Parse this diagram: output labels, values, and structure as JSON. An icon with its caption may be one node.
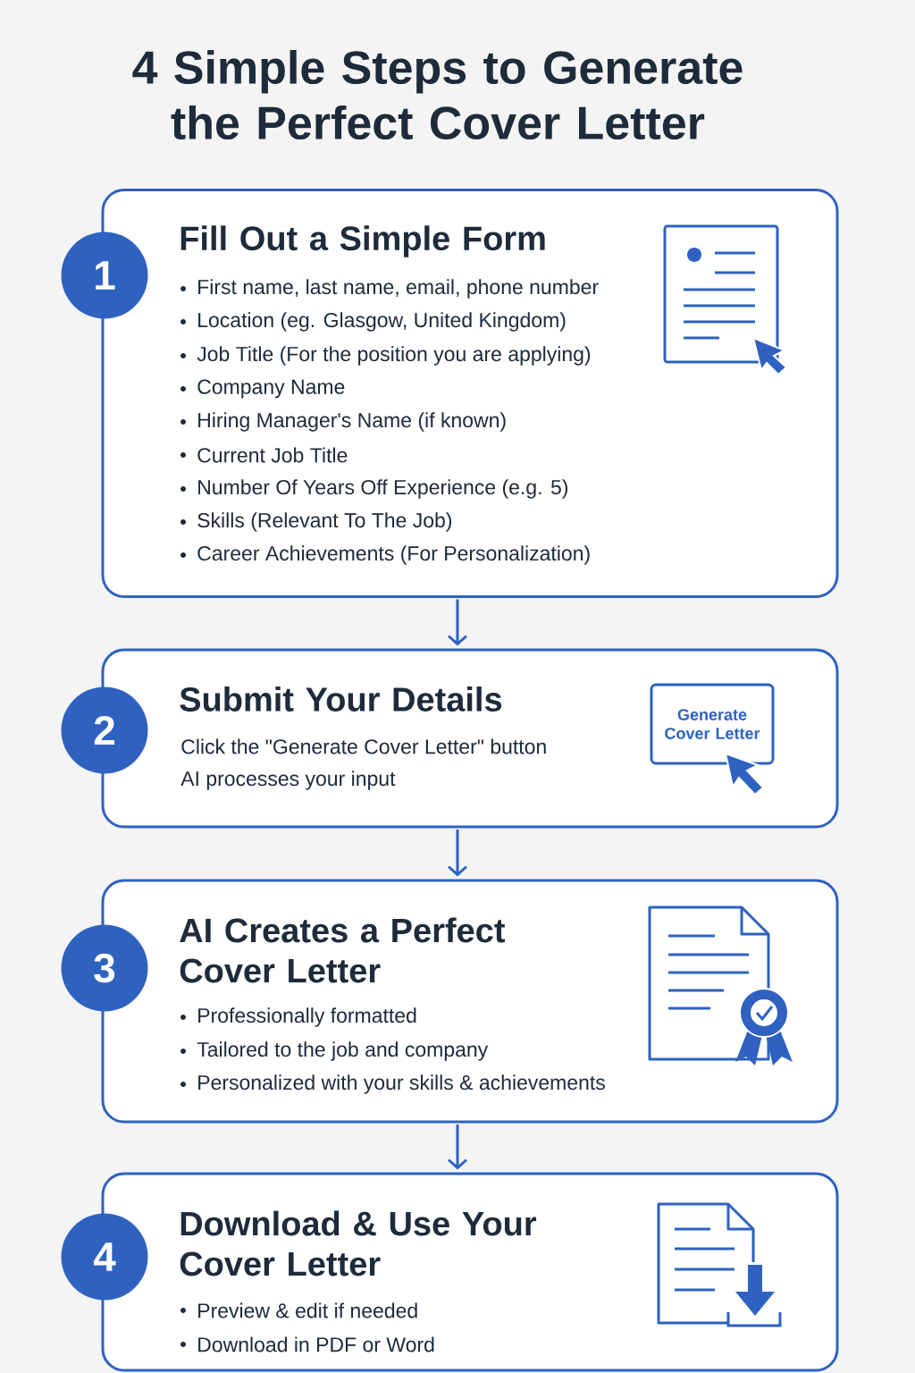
{
  "diagram": {
    "title": "4 Simple Steps to Generate the Perfect Cover Letter",
    "nodes": [
      {
        "text": [
          "1"
        ]
      },
      {
        "text": [
          "Fill Out a Simple Form",
          "First name, last name,  email, phone number",
          "Location (eg. Glasgow, United Kingdom)",
          "Job Title (For the position you are applying)",
          "Company Name",
          "Hiring Manager's Name (if known)",
          "Current Job Title",
          "Number Of Years Off Experience (e.g. 5)",
          "Skills (Relevant To The Job)",
          "Career Achievements (For Personalization)"
        ]
      },
      {
        "text": [
          "2"
        ]
      },
      {
        "text": [
          "Submit Your Details",
          "Click the \"Generate Cover Letter\" button",
          "AI processes your input"
        ]
      },
      {
        "text": [
          "Generate Cover Letter"
        ],
        "in": 3
      },
      {
        "text": [
          "3"
        ]
      },
      {
        "text": [
          "AI Creates a Perfect Cover Letter",
          "Professionally formatted",
          "Tailored to the job and company",
          "Personalized with your skills & achievements"
        ]
      },
      {
        "text": [
          "4"
        ]
      },
      {
        "text": [
          "Download & Use Your Cover Letter",
          "Preview & edit if needed",
          "Download in PDF or Word"
        ]
      }
    ],
    "edges": [
      {
        "from": 1,
        "to": 3,
        "arrow": "to"
      },
      {
        "from": 3,
        "to": 6,
        "arrow": "to"
      },
      {
        "from": 6,
        "to": 8,
        "arrow": "to"
      }
    ]
  }
}
